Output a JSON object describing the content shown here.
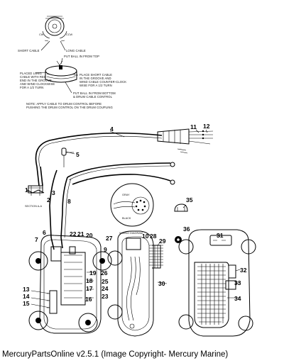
{
  "notes": {
    "cw": "CW",
    "ccw": "CCW",
    "short_cable": "SHORT CABLE",
    "long_cable": "LONG CABLE",
    "put_ball_top": "PUT BALL IN FROM TOP",
    "placed_long_1": "PLACED LONG",
    "placed_long_2": "CABLE WITH RED",
    "placed_long_3": "END IN THE GROOVE",
    "placed_long_4": "AND WIND CLOCKWISE",
    "placed_long_5": "FOR A 1/2 TURN",
    "place_short_1": "PLACE SHORT CABLE",
    "place_short_2": "IN THE GROOVE AND",
    "place_short_3": "WIND CABLE COUNTER-CLOCK",
    "place_short_4": "WISE FOR A 1/2 TURN",
    "put_ball_bottom": "PUT BALL IN FROM BOTTOM",
    "drum_control": "& DRUM CABLE CONTROL",
    "apply_note_1": "NOTE: APPLY CABLE TO DRUM CONTROL BEFORE",
    "apply_note_2": "PUSHING THE DRUM CONTROL ON THE DRUM COUPLING",
    "section": "SECTION A-A",
    "wiring_diagram": "WIRING DIAGRAM",
    "black": "BLACK",
    "gray": "GRAY"
  },
  "callouts": [
    "1",
    "2",
    "3",
    "4",
    "5",
    "6",
    "7",
    "8",
    "9",
    "10",
    "11",
    "12",
    "13",
    "14",
    "15",
    "16",
    "17",
    "18",
    "19",
    "20",
    "21",
    "22",
    "23",
    "24",
    "25",
    "26",
    "27",
    "28",
    "29",
    "30",
    "31",
    "32",
    "33",
    "34",
    "35",
    "36"
  ],
  "caption": "MercuryPartsOnline v2.5.1 (Image Copyright- Mercury Marine)"
}
